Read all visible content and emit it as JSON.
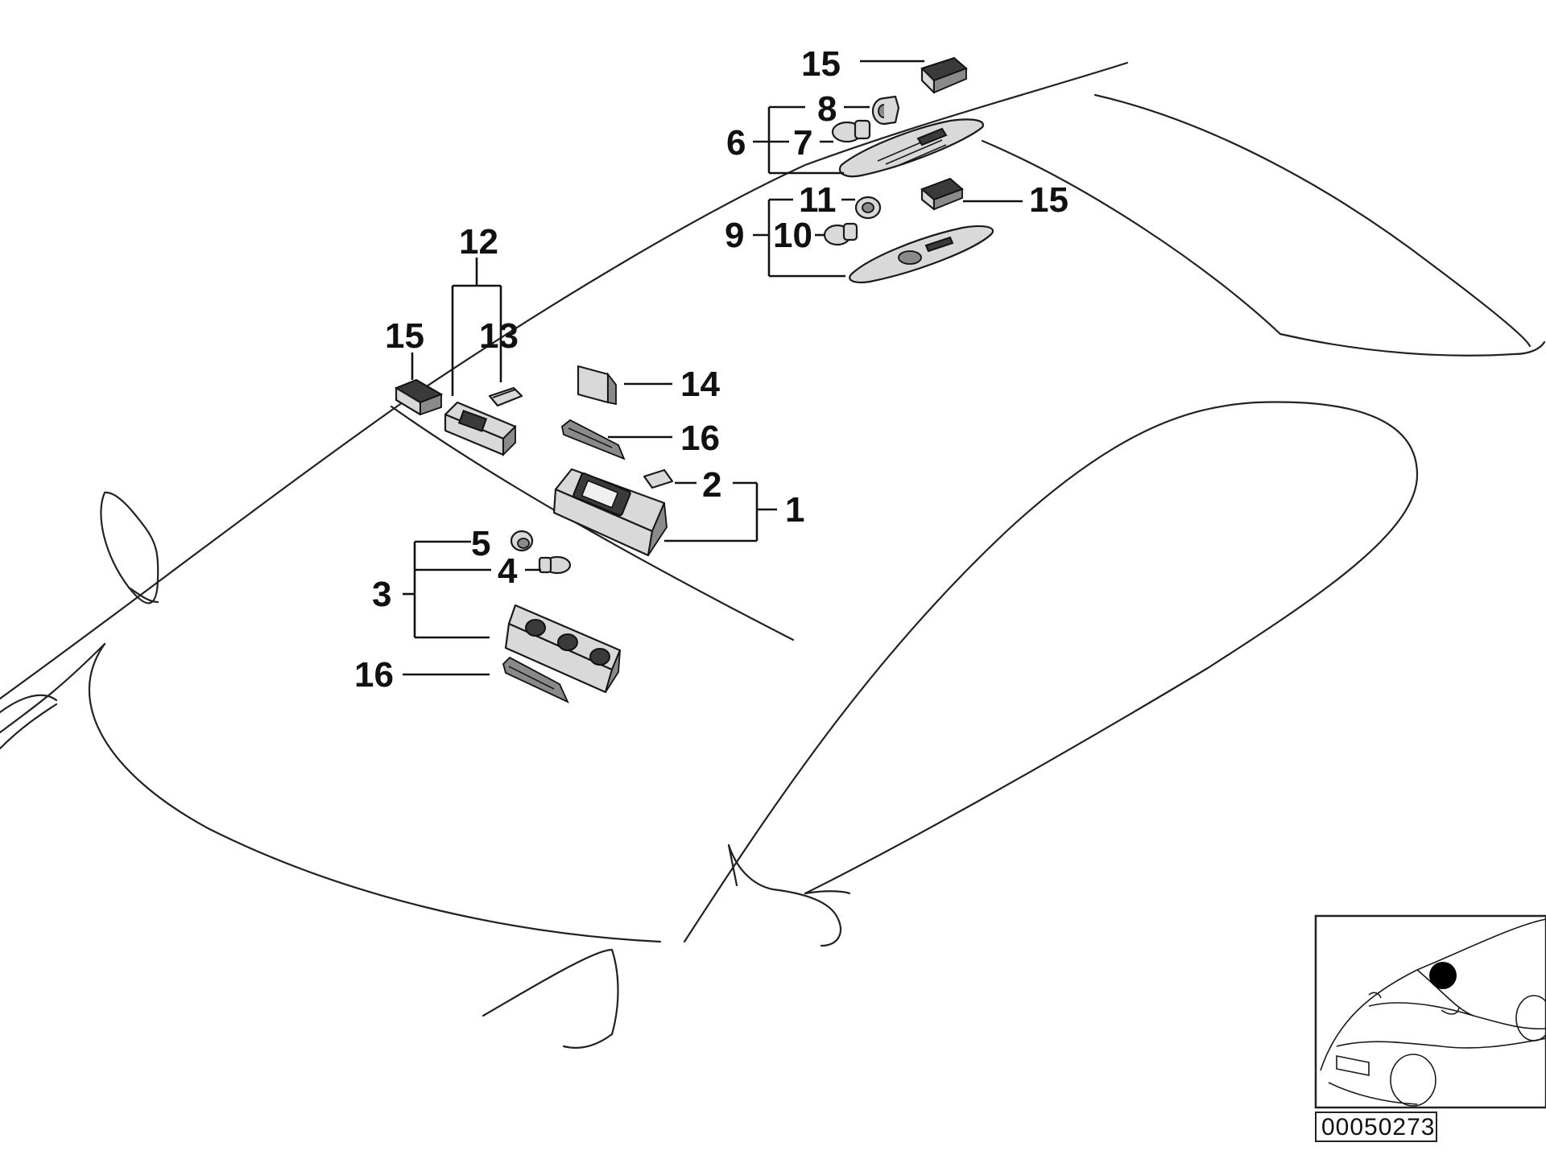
{
  "diagram": {
    "callouts": [
      {
        "id": "c15a",
        "text": "15"
      },
      {
        "id": "c8",
        "text": "8"
      },
      {
        "id": "c6",
        "text": "6"
      },
      {
        "id": "c7",
        "text": "7"
      },
      {
        "id": "c11",
        "text": "11"
      },
      {
        "id": "c15b",
        "text": "15"
      },
      {
        "id": "c9",
        "text": "9"
      },
      {
        "id": "c10",
        "text": "10"
      },
      {
        "id": "c12",
        "text": "12"
      },
      {
        "id": "c15c",
        "text": "15"
      },
      {
        "id": "c13",
        "text": "13"
      },
      {
        "id": "c14",
        "text": "14"
      },
      {
        "id": "c16a",
        "text": "16"
      },
      {
        "id": "c2",
        "text": "2"
      },
      {
        "id": "c1",
        "text": "1"
      },
      {
        "id": "c5",
        "text": "5"
      },
      {
        "id": "c4",
        "text": "4"
      },
      {
        "id": "c3",
        "text": "3"
      },
      {
        "id": "c16b",
        "text": "16"
      }
    ],
    "reference_number": "00050273"
  }
}
